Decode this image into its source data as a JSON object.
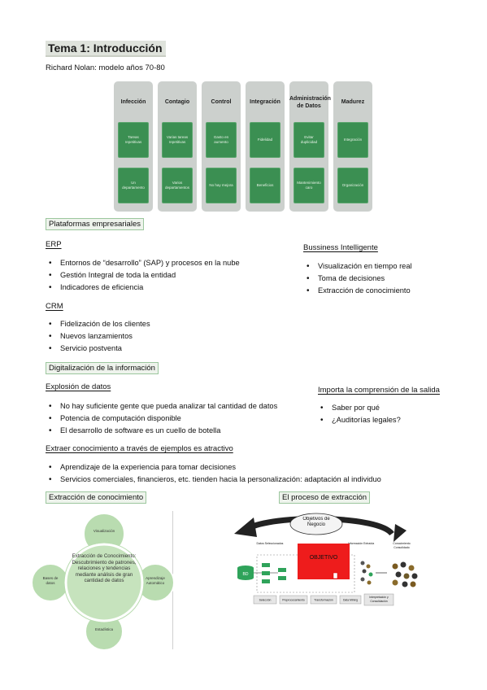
{
  "title": "Tema 1: Introducción",
  "subtitle": "Richard Nolan: modelo años 70-80",
  "nolan": {
    "stages": [
      {
        "title": "Infección",
        "top": "Tareas repetitivas",
        "bottom": "Un departamento"
      },
      {
        "title": "Contagio",
        "top": "Varias tareas repetitivas",
        "bottom": "Varios departamentos"
      },
      {
        "title": "Control",
        "top": "Gasto en aumento",
        "bottom": "No hay mejora"
      },
      {
        "title": "Integración",
        "top": "Fidelidad",
        "bottom": "Beneficios"
      },
      {
        "title": "Administración de Datos",
        "top": "Evitar duplicidad",
        "bottom": "Mantenimiento caro"
      },
      {
        "title": "Madurez",
        "top": "Integración",
        "bottom": "Organización"
      }
    ]
  },
  "sections": {
    "plataformas": "Plataformas empresariales",
    "erp": {
      "heading": "ERP",
      "items": [
        "Entornos de “desarrollo” (SAP) y procesos en la nube",
        "Gestión Integral de toda la entidad",
        "Indicadores de eficiencia"
      ]
    },
    "crm": {
      "heading": "CRM",
      "items": [
        "Fidelización de los clientes",
        "Nuevos lanzamientos",
        "Servicio postventa"
      ]
    },
    "bi": {
      "heading": "Bussiness Intelligente",
      "items": [
        "Visualización en tiempo real",
        "Toma de decisiones",
        "Extracción de conocimiento"
      ]
    },
    "digitalizacion": "Digitalización de la información",
    "explosion": {
      "heading": "Explosión de datos",
      "items": [
        "No hay suficiente gente que pueda analizar tal cantidad de datos",
        "Potencia de computación disponible",
        "El desarrollo de software es un cuello de botella"
      ]
    },
    "importa": {
      "heading": "Importa la comprensión de la salida",
      "items": [
        "Saber por qué",
        "¿Auditorías legales?"
      ]
    },
    "extraer": {
      "heading": "Extraer conocimiento a través de ejemplos es atractivo",
      "items": [
        "Aprendizaje de la experiencia para tomar decisiones",
        "Servicios comerciales, financieros, etc. tienden hacia la personalización: adaptación al individuo"
      ]
    },
    "extraccion_head": "Extracción de conocimiento",
    "proceso_head": "El proceso de extracción"
  },
  "diagram1": {
    "center": "Extracción de Conocimiento: Descubrimiento de patrones, relaciones y tendencias mediante análisis de gran cantidad de datos",
    "top": "Visualización",
    "left": "Bases de datos",
    "right": "Aprendizaje Automático",
    "bottom": "Estadística"
  },
  "diagram2": {
    "cloud": "Objetivos de Negocio",
    "objetivo": "OBJETIVO",
    "bd": "BD",
    "col_datos": "Datos Seleccionados",
    "col_info": "Información Extraída",
    "col_conoc": "Conocimiento Consolidado",
    "steps": [
      "Selección",
      "Preprocesamiento",
      "Transformación",
      "Data Mining",
      "Interpretación y Consolidación"
    ]
  },
  "colors": {
    "green_box": "#3b8f52",
    "stage_bg": "#ccd0cd",
    "objective_red": "#ee1c1c",
    "circle_green": "#b9dcb0"
  }
}
